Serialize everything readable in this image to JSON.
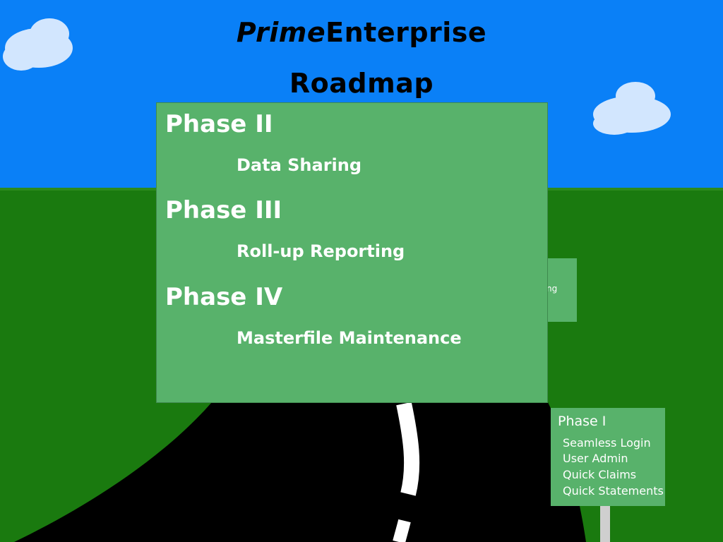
{
  "title": {
    "prime": "Prime",
    "enterprise": "Enterprise",
    "subtitle": "Roadmap"
  },
  "panel": {
    "phases": [
      {
        "name": "Phase II",
        "feature": "Data Sharing"
      },
      {
        "name": "Phase III",
        "feature": "Roll-up Reporting"
      },
      {
        "name": "Phase IV",
        "feature": "Masterfile Maintenance"
      }
    ]
  },
  "hidden_sign_fragment": "ng",
  "sign": {
    "heading": "Phase I",
    "items": [
      "Seamless Login",
      "User Admin",
      "Quick Claims",
      "Quick Statements"
    ]
  },
  "colors": {
    "sky": "#0a80f7",
    "grass": "#1a7a0f",
    "panel": "#58b26b",
    "road": "#000000"
  }
}
